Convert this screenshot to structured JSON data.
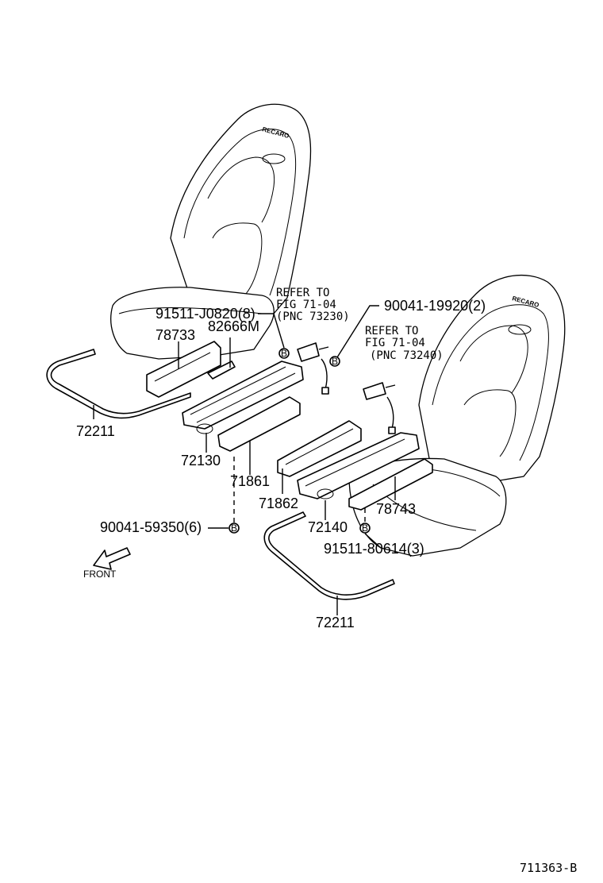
{
  "labels": {
    "p91511_J0820": "91511-J0820(8)",
    "p78733": "78733",
    "p82666M": "82666M",
    "p72211_left": "72211",
    "p72130": "72130",
    "p71861": "71861",
    "p71862": "71862",
    "p72140": "72140",
    "p78743": "78743",
    "p90041_59350": "90041-59350(6)",
    "p91511_80614": "91511-80614(3)",
    "p72211_right": "72211",
    "p90041_19920": "90041-19920(2)"
  },
  "refer_left": {
    "line1": "REFER TO",
    "line2": "FIG 71-04",
    "line3": "(PNC 73230)"
  },
  "refer_right": {
    "line1": "REFER TO",
    "line2": "FIG 71-04",
    "line3": "(PNC 73240)"
  },
  "seat_brand": "RECARO",
  "bolt_marker": "B",
  "front_label": "FRONT",
  "figure_id": "711363-B"
}
